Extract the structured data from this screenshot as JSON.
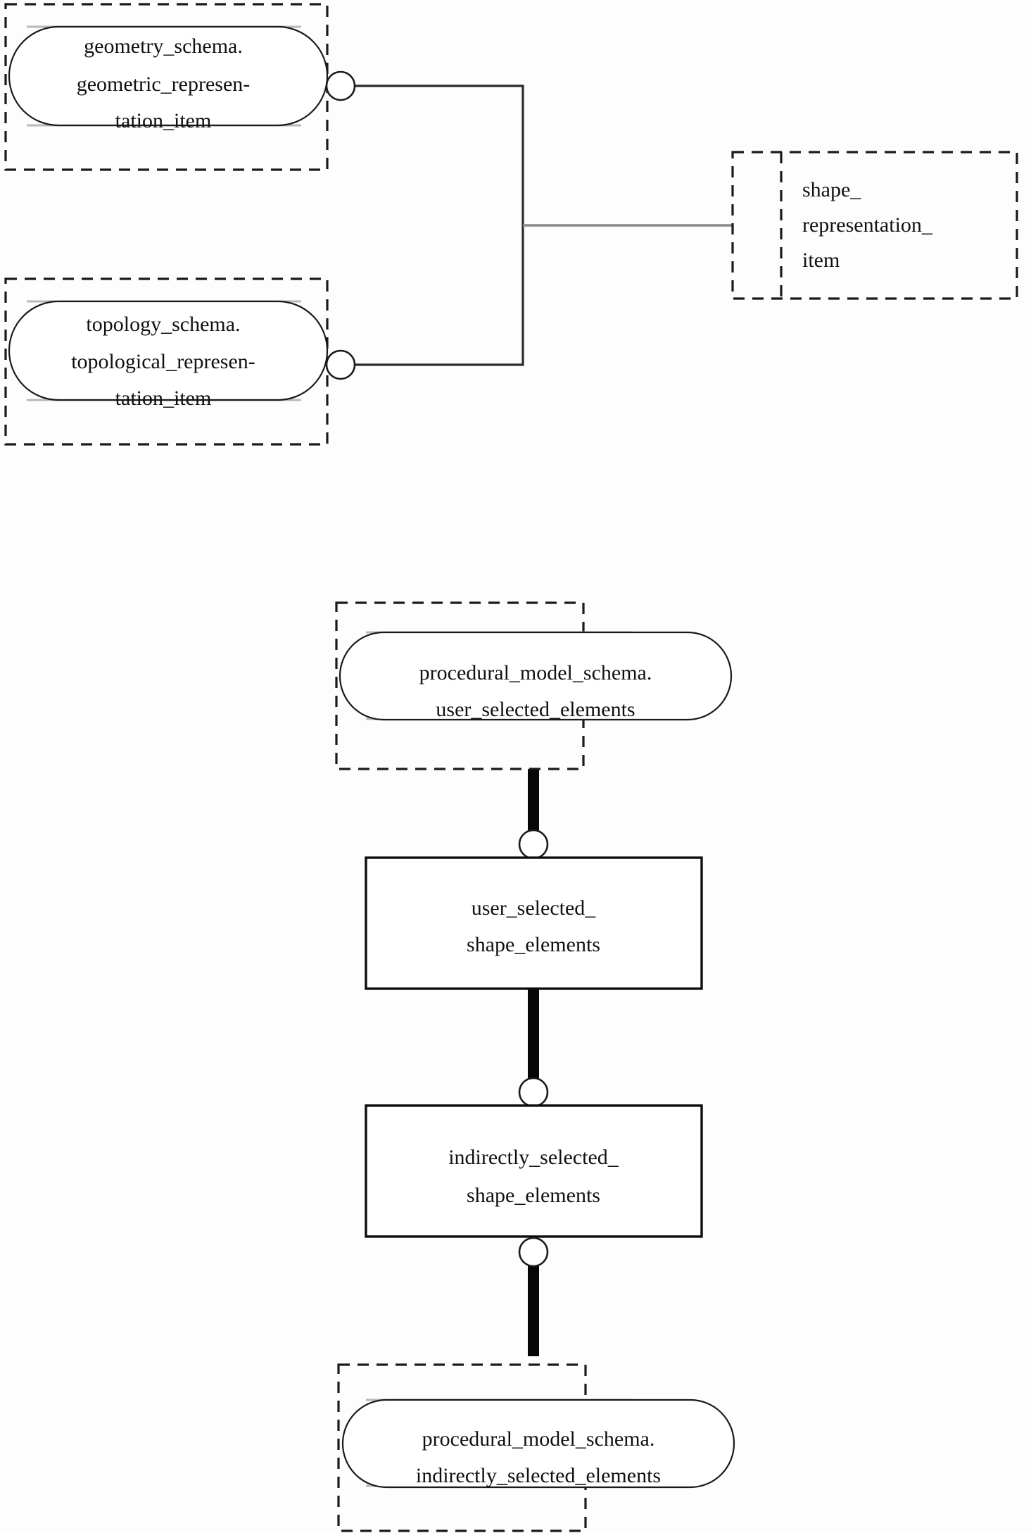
{
  "diagram": {
    "kind": "EXPRESS-G entity relationship diagram",
    "notation_legend": {
      "dashed_rounded_box": "schema interface reference",
      "dashed_split_box": "page reference",
      "solid_rectangle": "entity",
      "open_circle": "relationship endpoint",
      "thick_line": "subtype/supertype relation"
    }
  },
  "top_section": {
    "geometry_ref": {
      "line1": "geometry_schema.",
      "line2": "geometric_represen-",
      "line3": "tation_item"
    },
    "topology_ref": {
      "line1": "topology_schema.",
      "line2": "topological_represen-",
      "line3": "tation_item"
    },
    "shape_page_ref": {
      "line1": "shape_",
      "line2": "representation_",
      "line3": "item"
    }
  },
  "bottom_section": {
    "user_selected_ref": {
      "line1": "procedural_model_schema.",
      "line2": "user_selected_elements"
    },
    "user_selected_entity": {
      "line1": "user_selected_",
      "line2": "shape_elements"
    },
    "indirectly_selected_entity": {
      "line1": "indirectly_selected_",
      "line2": "shape_elements"
    },
    "indirectly_selected_ref": {
      "line1": "procedural_model_schema.",
      "line2": "indirectly_selected_elements"
    }
  },
  "colors": {
    "background": "#fdfdfd",
    "stroke": "#1a1a1a",
    "text": "#111111",
    "shadow": "#b9b9b9"
  }
}
